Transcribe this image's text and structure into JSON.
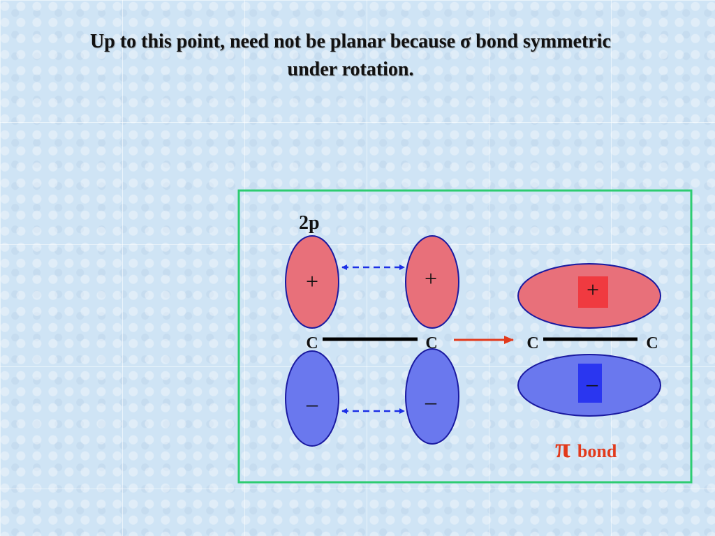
{
  "title": {
    "line1": "Up to this point, need not be planar because σ bond symmetric",
    "line2": "under rotation."
  },
  "diagram": {
    "orbital_label": "2p",
    "plus": "+",
    "minus": "–",
    "carbon": "C",
    "pi_symbol": "π",
    "bond_label": "bond",
    "colors": {
      "positive_lobe": "#e8707a",
      "negative_lobe": "#6a78ee",
      "frame": "#2ecc71",
      "dash_arrow": "#1b2fe6",
      "reaction_arrow": "#e23a1c",
      "pi_label": "#e23a1c",
      "plus_box": "#f03a40",
      "minus_box": "#2a36f0"
    }
  }
}
